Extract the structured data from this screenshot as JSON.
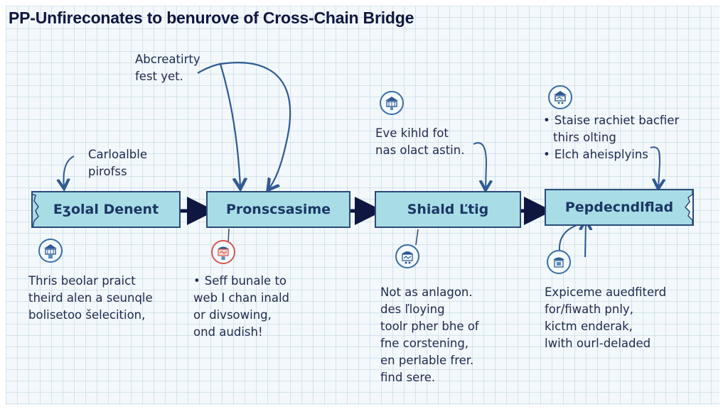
{
  "title": "PP-Unfireconates to benurove of Cross-Chain Bridge",
  "colors": {
    "box_fill": "#a8dde6",
    "box_border": "#2b4a78",
    "arrow": "#0f1640",
    "annotation_arrow": "#2f5a94",
    "icon_blue": "#3a6da5",
    "icon_red": "#d6584e"
  },
  "stages": [
    {
      "label": "Eʒolal Denent",
      "top_note": [
        "Carloalble",
        "pirofss"
      ],
      "icon": "bank-icon",
      "bottom_text": [
        "Thris beolar praict",
        "theird alen a seunqle",
        "bolisetoo šelecition,"
      ]
    },
    {
      "label": "Pronscsasime",
      "top_note": [
        "Abcreatirty",
        "fest yet."
      ],
      "icon": "bank-alert-icon",
      "bottom_text": [
        "Seff bunale to",
        "web I chan inald",
        "or divsowing,",
        "ond audish!"
      ],
      "bottom_bullet": true
    },
    {
      "label": "Shiald Ľtig",
      "top_note": [
        "Eve kihld fot",
        "nas olact astin."
      ],
      "icon": "bank-icon",
      "bottom_text": [
        "Not as anlagon.",
        "des ľloying",
        "toolr pher bhe of",
        "fne corstening,",
        "en perlable frer.",
        "find sere."
      ]
    },
    {
      "label": "Pepdecndlflad",
      "top_note": [
        "Staise rachiet bacfier",
        "thirs olting",
        "Elch aheisplyins"
      ],
      "top_bullets": [
        true,
        false,
        true
      ],
      "icon": "bank-icon",
      "bottom_text": [
        "Expiceme auedfiterd",
        "for/fiwath pnly,",
        "kictm enderak,",
        "lwith ourl-deladed"
      ]
    }
  ]
}
